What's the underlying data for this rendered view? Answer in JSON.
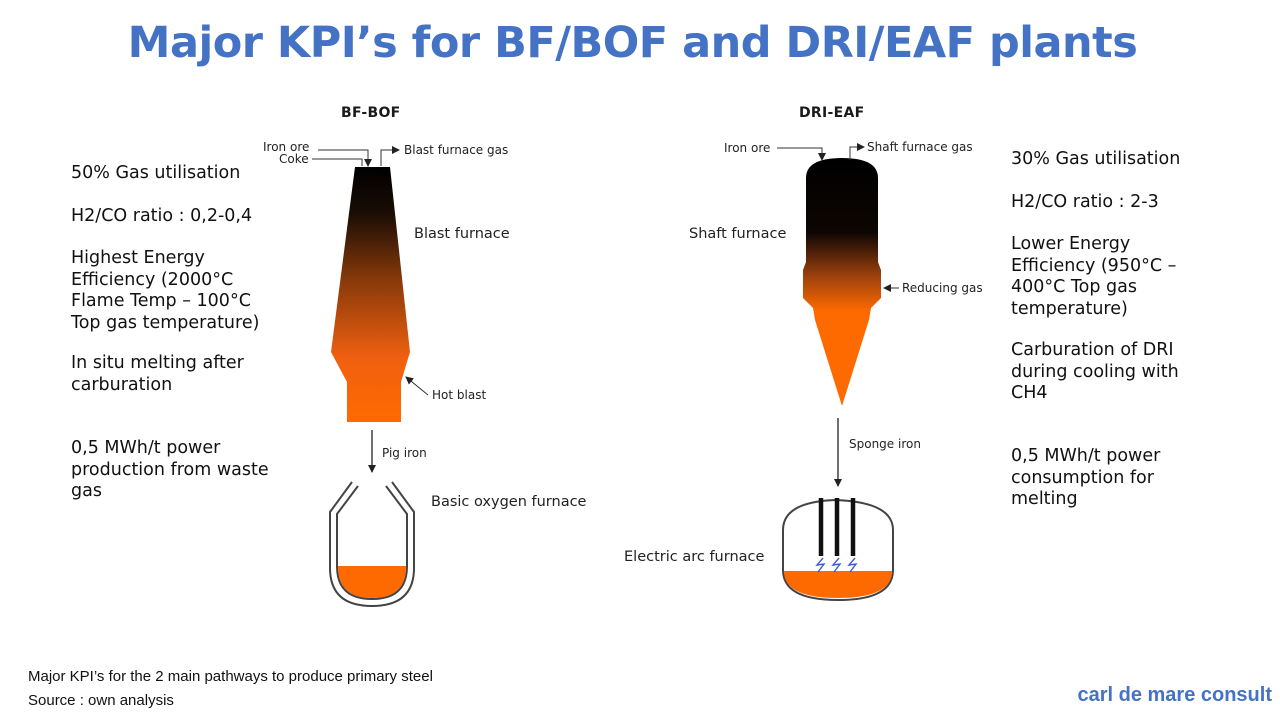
{
  "title": "Major KPI’s for BF/BOF and DRI/EAF plants",
  "bf_bof": {
    "heading": "BF-BOF",
    "labels": {
      "iron_ore": "Iron ore",
      "coke": "Coke",
      "blast_furnace_gas": "Blast furnace gas",
      "blast_furnace": "Blast furnace",
      "hot_blast": "Hot blast",
      "pig_iron": "Pig iron",
      "basic_oxygen_furnace": "Basic oxygen furnace"
    },
    "kpis": [
      "50% Gas utilisation",
      "H2/CO ratio : 0,2-0,4",
      "Highest Energy Efficiency (2000°C Flame Temp – 100°C Top gas temperature)",
      "In situ melting after carburation",
      "0,5 MWh/t power production from waste gas"
    ]
  },
  "dri_eaf": {
    "heading": "DRI-EAF",
    "labels": {
      "iron_ore": "Iron ore",
      "shaft_furnace_gas": "Shaft furnace gas",
      "shaft_furnace": "Shaft furnace",
      "reducing_gas": "Reducing gas",
      "sponge_iron": "Sponge iron",
      "electric_arc_furnace": "Electric arc furnace"
    },
    "kpis": [
      "30% Gas utilisation",
      "H2/CO ratio : 2-3",
      "Lower Energy Efficiency (950°C – 400°C Top gas temperature)",
      "Carburation of DRI during cooling with CH4",
      "0,5 MWh/t power consumption for melting"
    ]
  },
  "footer": {
    "caption": "Major KPI’s for the 2 main pathways to produce primary steel",
    "source": "Source : own analysis",
    "brand": "carl de mare consult"
  },
  "colors": {
    "title": "#4472c4",
    "molten": "#ff6a00",
    "dark": "#111111",
    "arc": "#3b5bdb"
  }
}
